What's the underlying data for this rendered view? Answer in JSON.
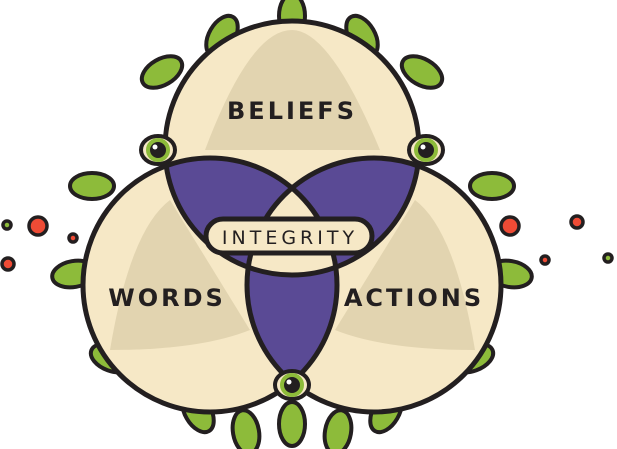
{
  "diagram": {
    "type": "venn",
    "sets": [
      {
        "label": "BELIEFS"
      },
      {
        "label": "WORDS"
      },
      {
        "label": "ACTIONS"
      }
    ],
    "center_label": "INTEGRITY"
  },
  "colors": {
    "cream": "#f6e8c6",
    "shade": "#e2d4b0",
    "purple": "#5a4a95",
    "green": "#8dbb3a",
    "red": "#ef4b35",
    "outline": "#231f20"
  }
}
